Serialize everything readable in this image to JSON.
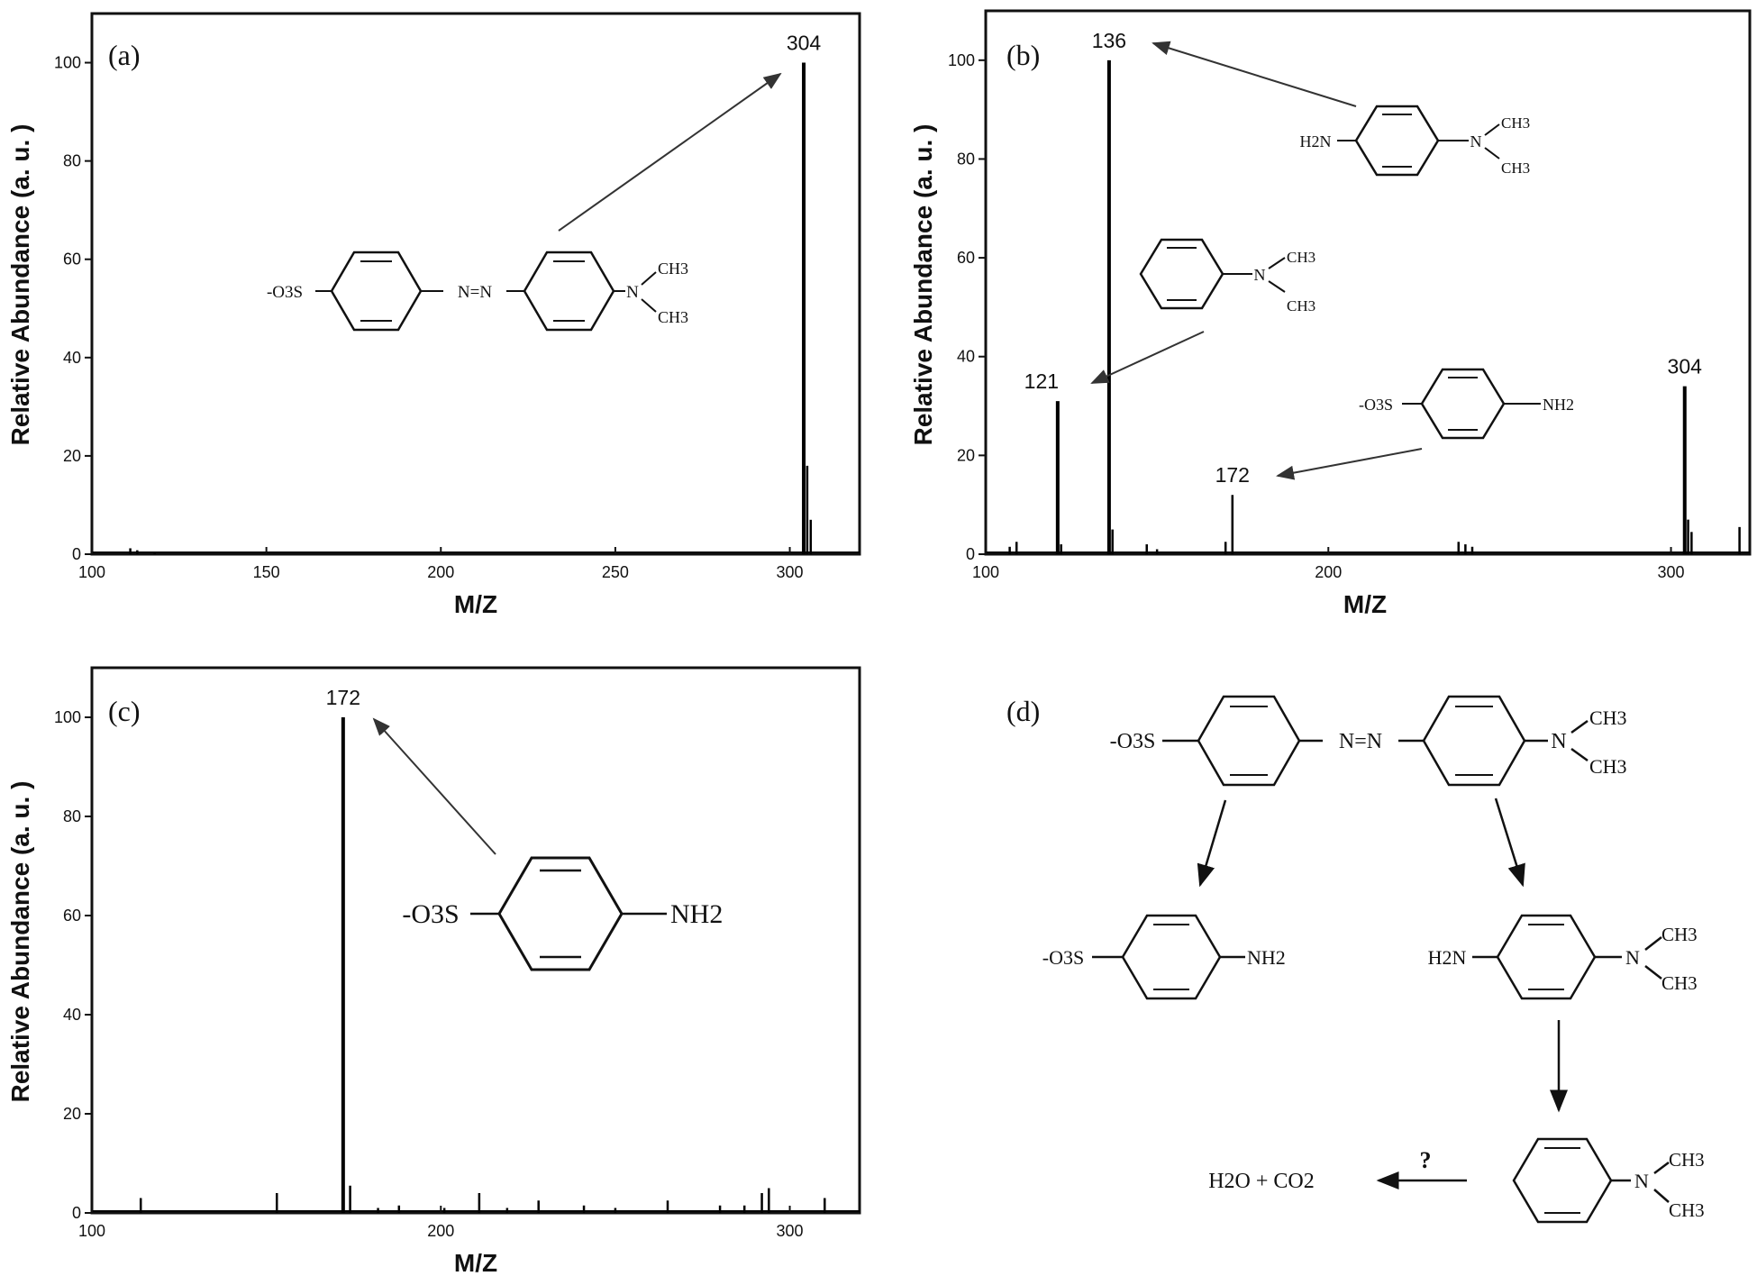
{
  "chart_data": [
    {
      "type": "bar",
      "panel": "(a)",
      "xlabel": "M/Z",
      "ylabel": "Relative Abundance (a. u. )",
      "xlim": [
        100,
        320
      ],
      "ylim": [
        0,
        110
      ],
      "xticks": [
        100,
        150,
        200,
        250,
        300
      ],
      "yticks": [
        0,
        20,
        40,
        60,
        80,
        100
      ],
      "peaks": [
        {
          "x": 111,
          "y": 1.2
        },
        {
          "x": 113,
          "y": 0.8
        },
        {
          "x": 118,
          "y": 0.5
        },
        {
          "x": 304,
          "y": 100
        },
        {
          "x": 305,
          "y": 18
        },
        {
          "x": 306,
          "y": 7
        }
      ],
      "peak_labels": [
        {
          "x": 304,
          "y": 100,
          "text": "304"
        }
      ],
      "structure": {
        "left": "-O3S",
        "link": "N=N",
        "right_top": "CH3",
        "right_bottom": "CH3",
        "right_n": "N"
      }
    },
    {
      "type": "bar",
      "panel": "(b)",
      "xlabel": "M/Z",
      "ylabel": "Relative Abundance (a. u. )",
      "xlim": [
        100,
        323
      ],
      "ylim": [
        0,
        110
      ],
      "xticks": [
        100,
        200,
        300
      ],
      "yticks": [
        0,
        20,
        40,
        60,
        80,
        100
      ],
      "peaks": [
        {
          "x": 107,
          "y": 1.5
        },
        {
          "x": 109,
          "y": 2.5
        },
        {
          "x": 121,
          "y": 31
        },
        {
          "x": 122,
          "y": 2
        },
        {
          "x": 136,
          "y": 100
        },
        {
          "x": 137,
          "y": 5
        },
        {
          "x": 147,
          "y": 2
        },
        {
          "x": 150,
          "y": 1
        },
        {
          "x": 170,
          "y": 2.5
        },
        {
          "x": 172,
          "y": 12
        },
        {
          "x": 238,
          "y": 2.5
        },
        {
          "x": 240,
          "y": 2
        },
        {
          "x": 242,
          "y": 1.5
        },
        {
          "x": 304,
          "y": 34
        },
        {
          "x": 305,
          "y": 7
        },
        {
          "x": 306,
          "y": 4.5
        },
        {
          "x": 320,
          "y": 5.5
        }
      ],
      "peak_labels": [
        {
          "x": 136,
          "y": 100,
          "text": "136"
        },
        {
          "x": 121,
          "y": 31,
          "text": "121"
        },
        {
          "x": 172,
          "y": 12,
          "text": "172"
        },
        {
          "x": 304,
          "y": 34,
          "text": "304"
        }
      ],
      "structures": {
        "s136": {
          "left": "H2N",
          "n": "N",
          "top": "CH3",
          "bottom": "CH3"
        },
        "s121": {
          "n": "N",
          "top": "CH3",
          "bottom": "CH3"
        },
        "s172": {
          "left": "-O3S",
          "right": "NH2"
        }
      }
    },
    {
      "type": "bar",
      "panel": "(c)",
      "xlabel": "M/Z",
      "ylabel": "Relative Abundance (a. u. )",
      "xlim": [
        100,
        320
      ],
      "ylim": [
        0,
        110
      ],
      "xticks": [
        100,
        200,
        300
      ],
      "yticks": [
        0,
        20,
        40,
        60,
        80,
        100
      ],
      "peaks": [
        {
          "x": 114,
          "y": 3
        },
        {
          "x": 153,
          "y": 4
        },
        {
          "x": 172,
          "y": 100
        },
        {
          "x": 174,
          "y": 5.5
        },
        {
          "x": 182,
          "y": 1
        },
        {
          "x": 188,
          "y": 1.5
        },
        {
          "x": 201,
          "y": 1
        },
        {
          "x": 211,
          "y": 4
        },
        {
          "x": 219,
          "y": 1
        },
        {
          "x": 228,
          "y": 2.5
        },
        {
          "x": 241,
          "y": 1.5
        },
        {
          "x": 250,
          "y": 1
        },
        {
          "x": 265,
          "y": 2.5
        },
        {
          "x": 280,
          "y": 1.5
        },
        {
          "x": 287,
          "y": 1.5
        },
        {
          "x": 292,
          "y": 4
        },
        {
          "x": 294,
          "y": 5
        },
        {
          "x": 310,
          "y": 3
        }
      ],
      "peak_labels": [
        {
          "x": 172,
          "y": 100,
          "text": "172"
        }
      ],
      "structure": {
        "left": "-O3S",
        "right": "NH2"
      }
    }
  ],
  "pathway": {
    "panel": "(d)",
    "parent": {
      "left": "-O3S",
      "link": "N=N",
      "n": "N",
      "top": "CH3",
      "bottom": "CH3"
    },
    "product_left": {
      "left": "-O3S",
      "right": "NH2"
    },
    "product_right": {
      "left": "H2N",
      "n": "N",
      "top": "CH3",
      "bottom": "CH3"
    },
    "product_final": {
      "n": "N",
      "top": "CH3",
      "bottom": "CH3"
    },
    "end_products": "H2O + CO2",
    "question": "?"
  }
}
